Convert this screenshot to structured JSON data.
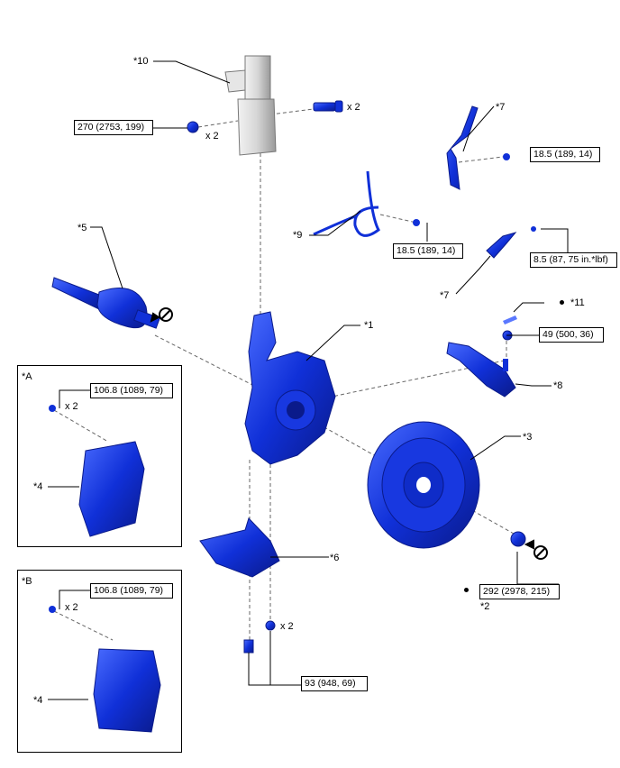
{
  "callouts": {
    "c10": "*10",
    "c7a": "*7",
    "c9": "*9",
    "c7b": "*7",
    "c5": "*5",
    "c11": "*11",
    "c1": "*1",
    "c8": "*8",
    "c3": "*3",
    "c6": "*6",
    "c2": "*2",
    "c4a": "*4",
    "c4b": "*4",
    "insetA": "*A",
    "insetB": "*B"
  },
  "torques": {
    "strut_bolt": "270 (2753, 199)",
    "sensor_bracket": "18.5 (189, 14)",
    "hose_bracket": "18.5 (189, 14)",
    "speed_sensor": "8.5 (87, 75 in.*lbf)",
    "tie_rod_nut": "49 (500, 36)",
    "caliper_a": "106.8 (1089, 79)",
    "caliper_b": "106.8 (1089, 79)",
    "hub_nut": "292 (2978, 215)",
    "lower_arm": "93 (948, 69)"
  },
  "quantities": {
    "strut_bolt_qty": "x 2",
    "strut_nut_qty": "x 2",
    "caliper_a_qty": "x 2",
    "caliper_b_qty": "x 2",
    "lower_arm_qty": "x 2"
  },
  "colors": {
    "part_blue": "#1030d8",
    "part_dark": "#0a1a8a",
    "strut_gray": "#d8d8d8"
  }
}
